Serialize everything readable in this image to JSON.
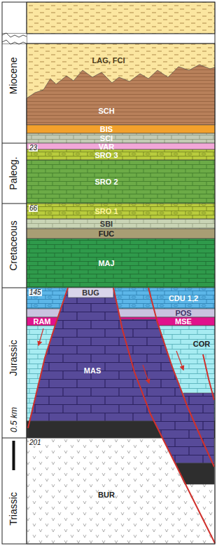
{
  "diagram": {
    "nodes": [
      {
        "text": [
          "Miocene"
        ]
      },
      {
        "text": [
          "Paleog."
        ]
      },
      {
        "text": [
          "Cretaceous"
        ]
      },
      {
        "text": [
          "Jurassic"
        ]
      },
      {
        "text": [
          "Triassic"
        ]
      },
      {
        "text": [
          "LAG, FCI"
        ]
      },
      {
        "text": [
          "SCH"
        ]
      },
      {
        "text": [
          "BIS"
        ]
      },
      {
        "text": [
          "SCI"
        ]
      },
      {
        "text": [
          "VAR"
        ]
      },
      {
        "text": [
          "SRO 3"
        ]
      },
      {
        "text": [
          "SRO 2"
        ]
      },
      {
        "text": [
          "SRO 1"
        ]
      },
      {
        "text": [
          "SBI"
        ]
      },
      {
        "text": [
          "FUC"
        ]
      },
      {
        "text": [
          "MAJ"
        ]
      },
      {
        "text": [
          "BUG"
        ]
      },
      {
        "text": [
          "CDU 1,2"
        ]
      },
      {
        "text": [
          "POS"
        ]
      },
      {
        "text": [
          "RAM"
        ]
      },
      {
        "text": [
          "MSE"
        ]
      },
      {
        "text": [
          "COR"
        ]
      },
      {
        "text": [
          "MAS"
        ]
      },
      {
        "text": [
          "BUR"
        ]
      }
    ],
    "labels": [
      "23",
      "66",
      "145",
      "201",
      "0.5 km"
    ]
  }
}
